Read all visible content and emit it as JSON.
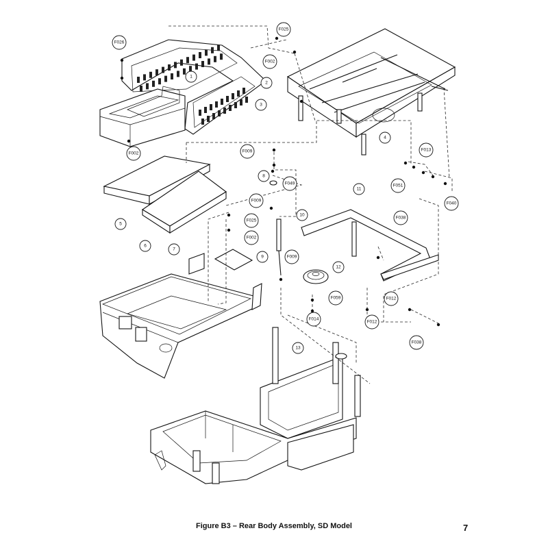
{
  "caption": "Figure B3 – Rear Body Assembly, SD Model",
  "page_number": "7",
  "callouts": [
    {
      "id": "c-F025-top",
      "label": "F025"
    },
    {
      "id": "c-F026",
      "label": "F026"
    },
    {
      "id": "c-F002-top",
      "label": "F002"
    },
    {
      "id": "c-1",
      "label": "1"
    },
    {
      "id": "c-2",
      "label": "2"
    },
    {
      "id": "c-3",
      "label": "3"
    },
    {
      "id": "c-4",
      "label": "4"
    },
    {
      "id": "c-F002-left",
      "label": "F002"
    },
    {
      "id": "c-F009-top",
      "label": "F009"
    },
    {
      "id": "c-8",
      "label": "8"
    },
    {
      "id": "c-F049",
      "label": "F049"
    },
    {
      "id": "c-F013",
      "label": "F013"
    },
    {
      "id": "c-F051",
      "label": "F051"
    },
    {
      "id": "c-F040",
      "label": "F040"
    },
    {
      "id": "c-5",
      "label": "5"
    },
    {
      "id": "c-6",
      "label": "6"
    },
    {
      "id": "c-F009-mid",
      "label": "F009"
    },
    {
      "id": "c-F025-mid",
      "label": "F025"
    },
    {
      "id": "c-F002-mid",
      "label": "F002"
    },
    {
      "id": "c-10",
      "label": "10"
    },
    {
      "id": "c-11",
      "label": "11"
    },
    {
      "id": "c-F038-top",
      "label": "F038"
    },
    {
      "id": "c-7",
      "label": "7"
    },
    {
      "id": "c-9",
      "label": "9"
    },
    {
      "id": "c-F009-low",
      "label": "F009"
    },
    {
      "id": "c-12",
      "label": "12"
    },
    {
      "id": "c-F059",
      "label": "F059"
    },
    {
      "id": "c-F014",
      "label": "F014"
    },
    {
      "id": "c-F012-a",
      "label": "F012"
    },
    {
      "id": "c-F012-b",
      "label": "F012"
    },
    {
      "id": "c-F038-low",
      "label": "F038"
    },
    {
      "id": "c-13",
      "label": "13"
    }
  ]
}
